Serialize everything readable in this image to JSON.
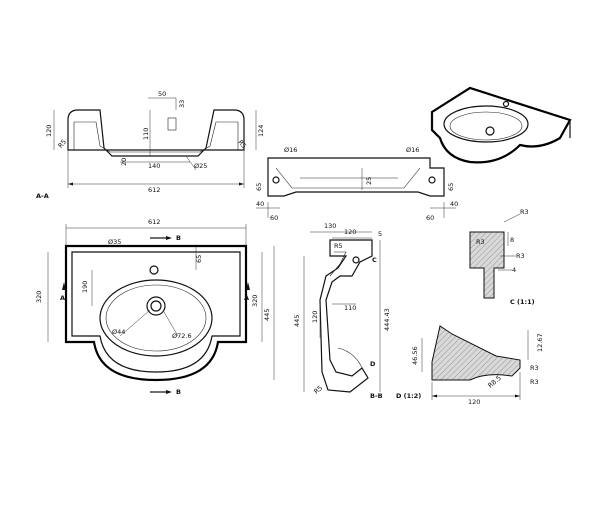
{
  "labels": {
    "section_aa": "A-A",
    "section_bb": "B-B",
    "detail_c": "C (1:1)",
    "detail_d": "D (1:2)",
    "marker_a": "A",
    "marker_b": "B",
    "marker_c": "C",
    "marker_d": "D"
  },
  "front_view": {
    "d_50": "50",
    "d_33": "33",
    "d_110": "110",
    "d_120": "120",
    "d_124": "124",
    "d_r5_left": "R5",
    "d_r5_right": "R5",
    "d_20": "20",
    "d_140": "140",
    "d_dia25": "Ø25",
    "d_612": "612"
  },
  "side_view": {
    "d_dia16_left": "Ø16",
    "d_dia16_right": "Ø16",
    "d_65_left": "65",
    "d_65_right": "65",
    "d_25": "25",
    "d_40_left": "40",
    "d_40_right": "40",
    "d_60_left": "60",
    "d_60_right": "60"
  },
  "plan_view": {
    "d_612": "612",
    "d_dia35": "Ø35",
    "d_65": "65",
    "d_190": "190",
    "d_320_left": "320",
    "d_320_right": "320",
    "d_445": "445",
    "d_dia44": "Ø44",
    "d_dia72": "Ø72.6"
  },
  "section_b": {
    "d_130": "130",
    "d_120_top": "120",
    "d_5": "5",
    "d_r5": "R5",
    "d_110": "110",
    "d_445": "445",
    "d_120_side": "120",
    "d_444": "444.43",
    "d_r5_bottom": "R5"
  },
  "detail_c": {
    "d_r3_top": "R3",
    "d_r3_left": "R3",
    "d_8": "8",
    "d_r3_mid": "R3",
    "d_4": "4"
  },
  "detail_d": {
    "d_46": "46.56",
    "d_12": "12.67",
    "d_r3a": "R3",
    "d_r3b": "R3",
    "d_r85": "R8.5",
    "d_120": "120"
  }
}
